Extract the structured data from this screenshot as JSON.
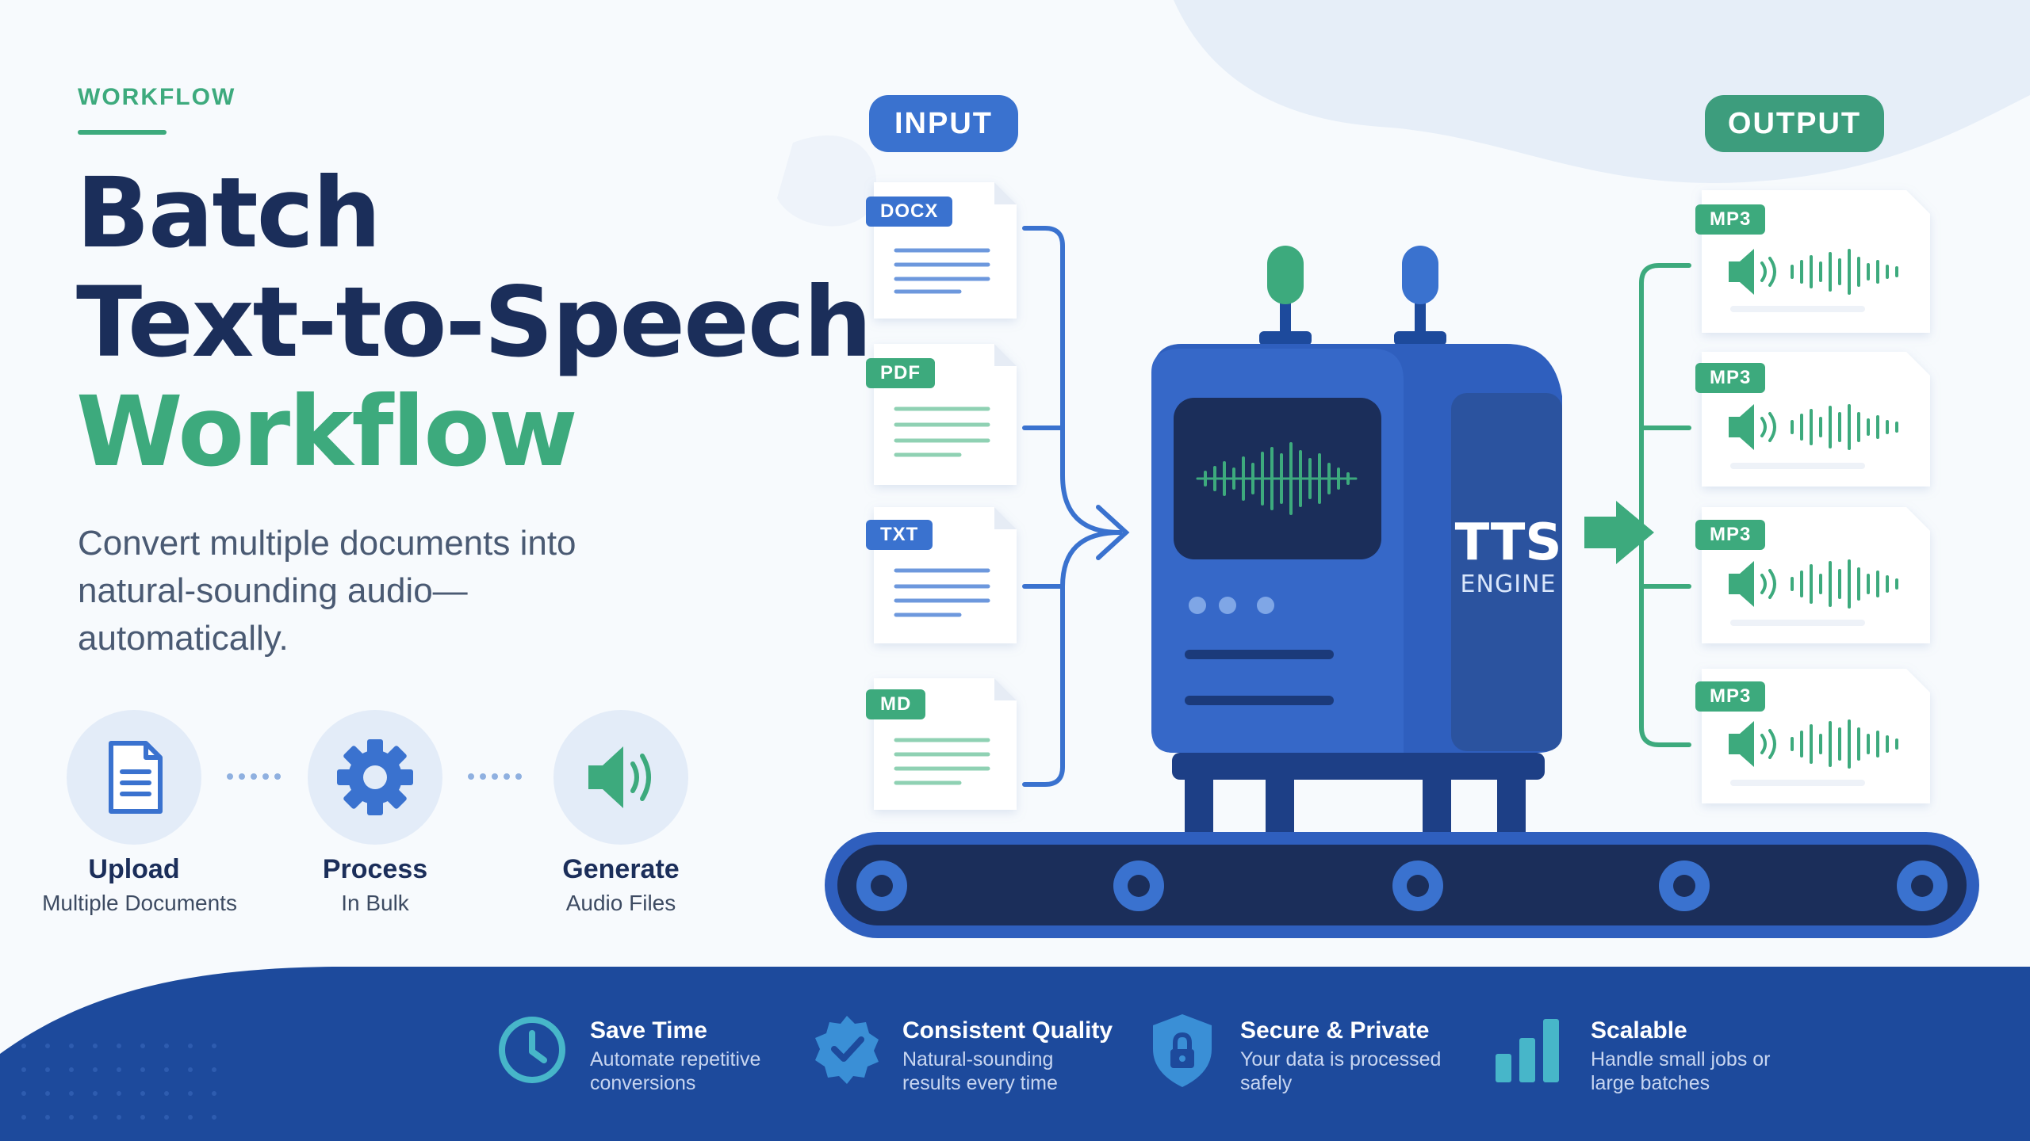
{
  "header": {
    "kicker": "WORKFLOW",
    "title_line1": "Batch",
    "title_line2": "Text-to-Speech",
    "title_line3": "Workflow",
    "subtitle": "Convert multiple documents into natural-sounding audio—automatically."
  },
  "steps": [
    {
      "name": "Upload",
      "desc": "Multiple Documents",
      "icon": "document-icon"
    },
    {
      "name": "Process",
      "desc": "In Bulk",
      "icon": "gear-icon"
    },
    {
      "name": "Generate",
      "desc": "Audio Files",
      "icon": "speaker-icon"
    }
  ],
  "diagram": {
    "input_label": "INPUT",
    "output_label": "OUTPUT",
    "inputs": [
      {
        "label": "DOCX",
        "color": "#3a72cf"
      },
      {
        "label": "PDF",
        "color": "#3daa7d"
      },
      {
        "label": "TXT",
        "color": "#3a72cf"
      },
      {
        "label": "MD",
        "color": "#3daa7d"
      }
    ],
    "outputs": [
      {
        "label": "MP3"
      },
      {
        "label": "MP3"
      },
      {
        "label": "MP3"
      },
      {
        "label": "MP3"
      }
    ],
    "engine": {
      "line1": "TTS",
      "line2": "ENGINE"
    }
  },
  "features": [
    {
      "title": "Save Time",
      "desc": "Automate repetitive conversions",
      "icon": "clock-icon"
    },
    {
      "title": "Consistent Quality",
      "desc": "Natural-sounding results every time",
      "icon": "check-badge-icon"
    },
    {
      "title": "Secure & Private",
      "desc": "Your data is processed safely",
      "icon": "lock-shield-icon"
    },
    {
      "title": "Scalable",
      "desc": "Handle small jobs or large batches",
      "icon": "bar-chart-icon"
    }
  ],
  "colors": {
    "navy": "#1b2e5a",
    "blue": "#3a72cf",
    "green": "#3daa7d",
    "band": "#1d4a9c"
  }
}
